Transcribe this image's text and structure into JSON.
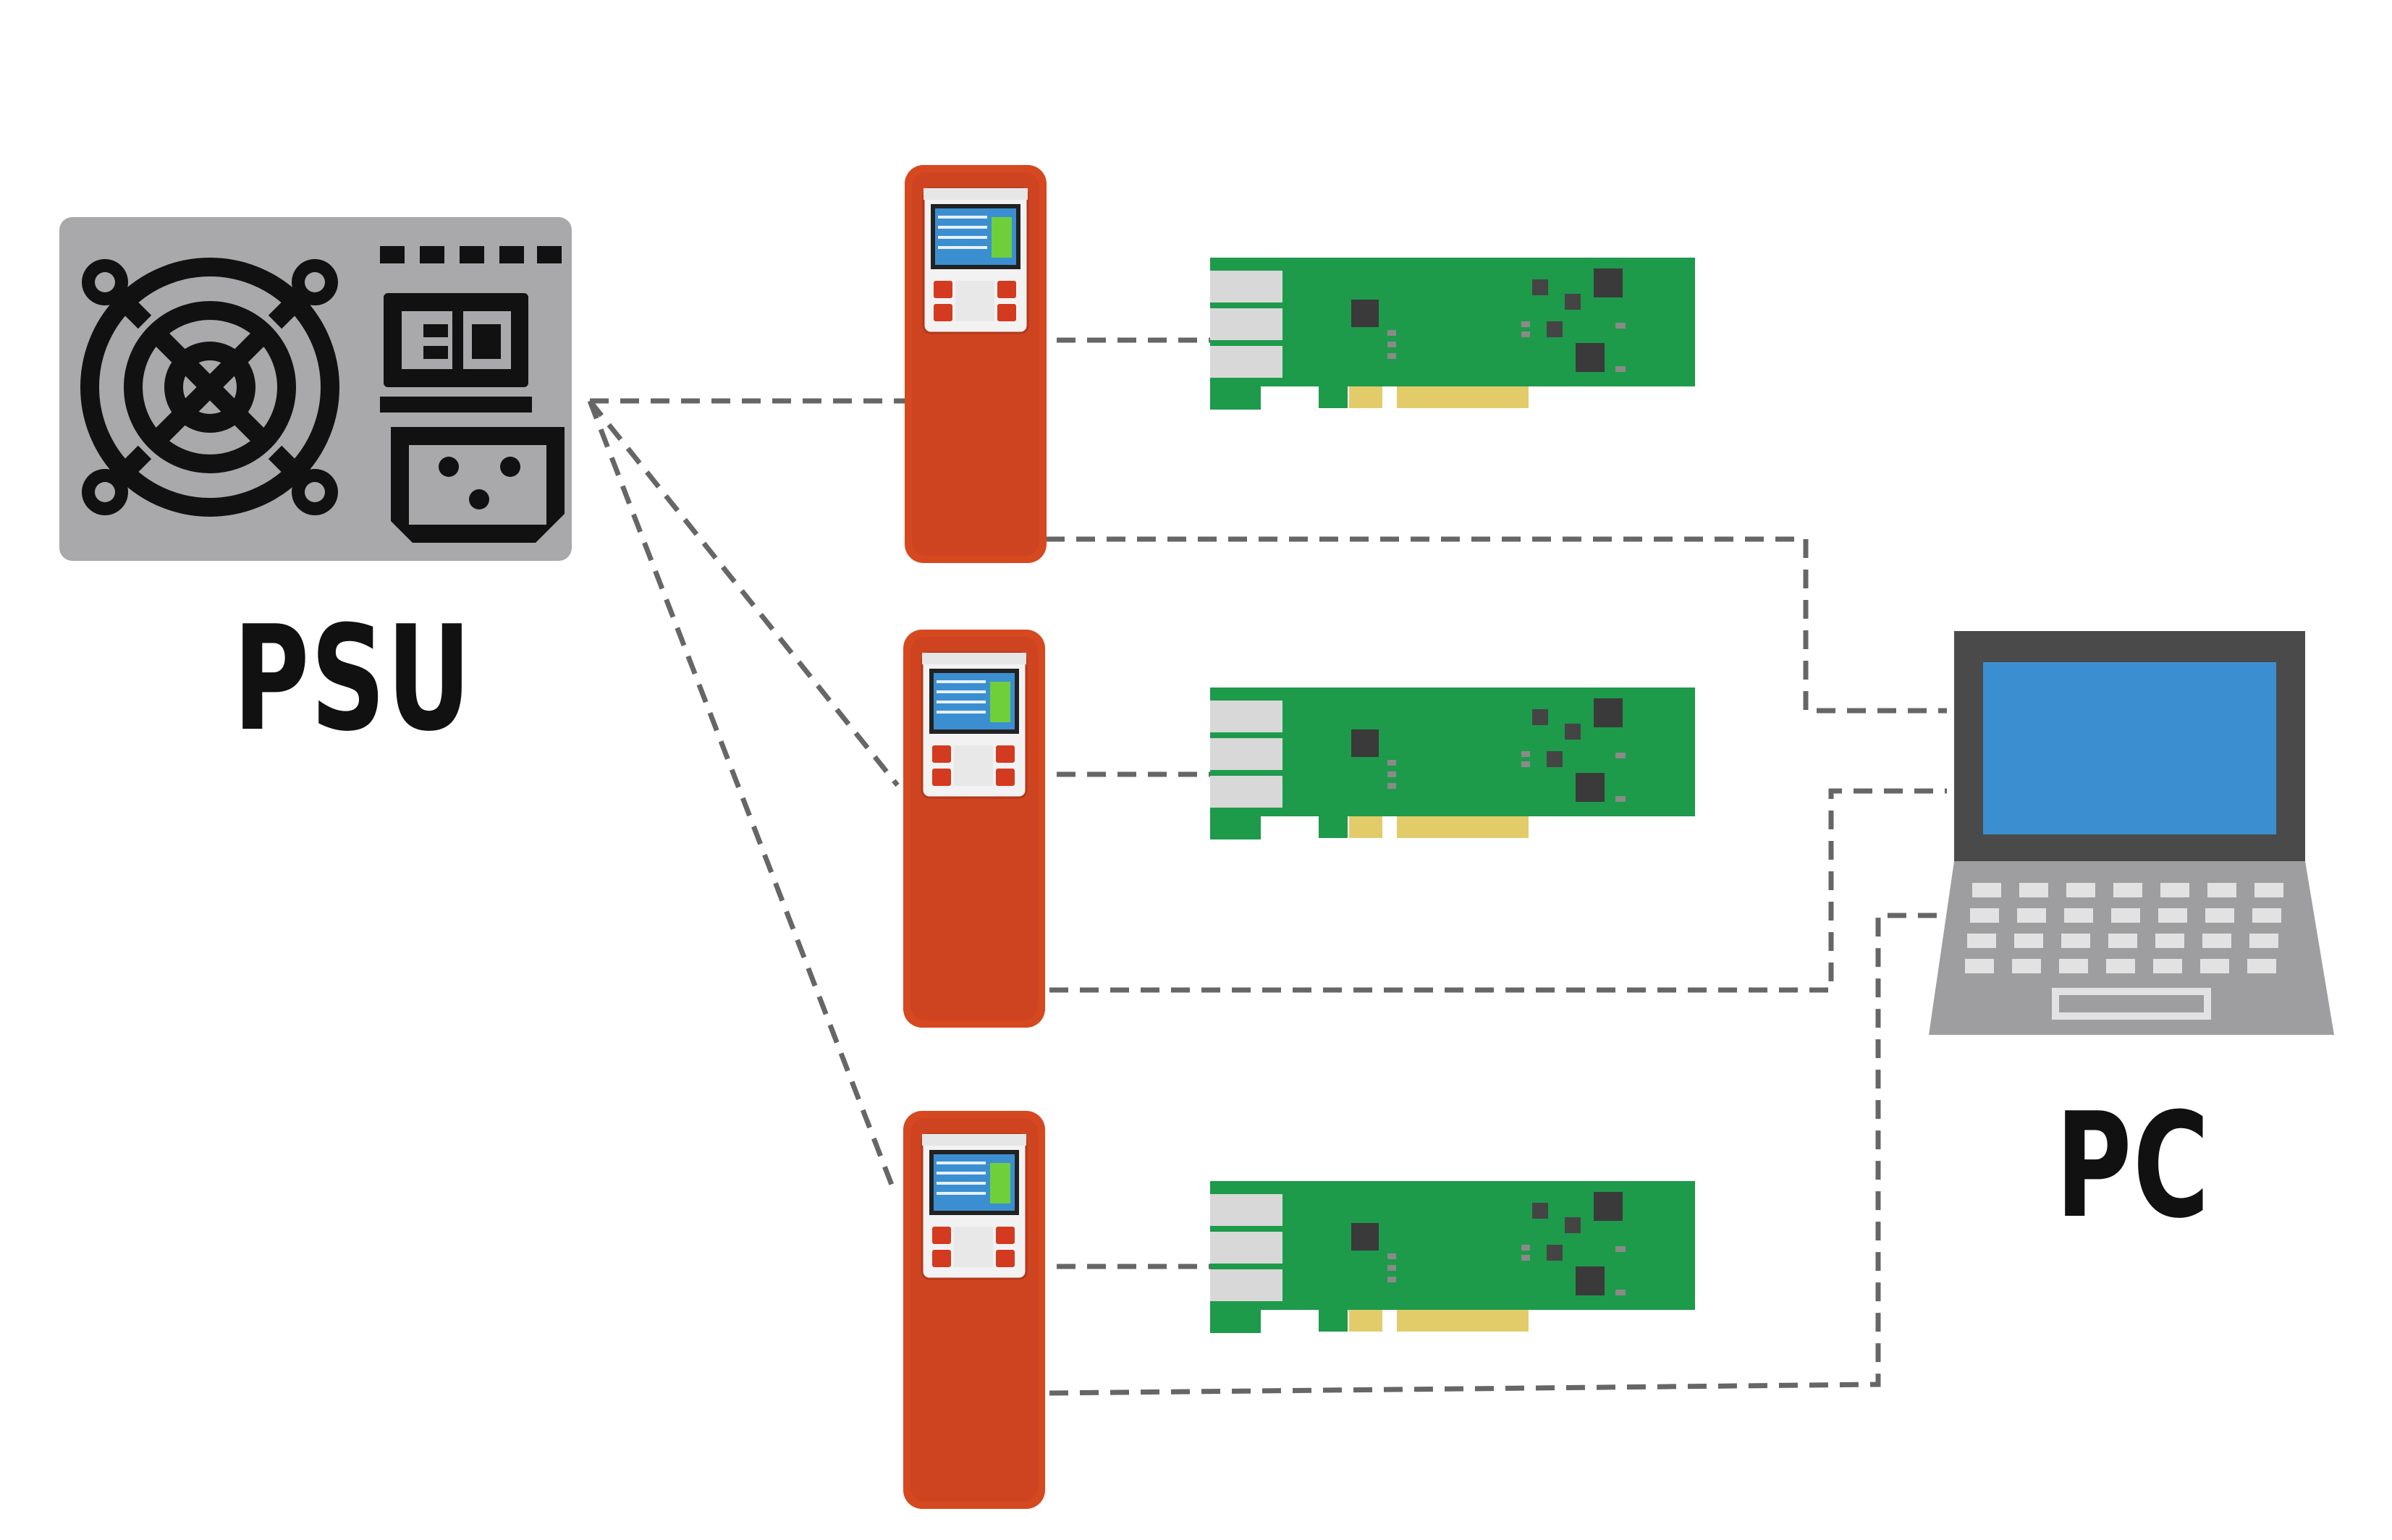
{
  "labels": {
    "psu": "PSU",
    "pc": "PC"
  },
  "colors": {
    "psu_box": "#a9a9ab",
    "psu_icon": "#111111",
    "meter_body": "#d6481f",
    "meter_screen": "#3b8fd0",
    "pcie_card": "#1e9a4b",
    "pcie_chip": "#3a3a3a",
    "pcie_contacts": "#e2cc6a",
    "laptop_frame": "#4a4a4a",
    "laptop_screen": "#3b8fd0",
    "laptop_base": "#9e9ea0",
    "connection_line": "#666666"
  },
  "nodes": [
    {
      "id": "psu",
      "kind": "power-supply-icon"
    },
    {
      "id": "meter-1",
      "kind": "power-meter-icon"
    },
    {
      "id": "meter-2",
      "kind": "power-meter-icon"
    },
    {
      "id": "meter-3",
      "kind": "power-meter-icon"
    },
    {
      "id": "card-1",
      "kind": "pcie-card-icon"
    },
    {
      "id": "card-2",
      "kind": "pcie-card-icon"
    },
    {
      "id": "card-3",
      "kind": "pcie-card-icon"
    },
    {
      "id": "pc",
      "kind": "laptop-icon"
    }
  ],
  "connections": [
    {
      "from": "psu",
      "to": "meter-1",
      "style": "dashed"
    },
    {
      "from": "psu",
      "to": "meter-2",
      "style": "dashed"
    },
    {
      "from": "psu",
      "to": "meter-3",
      "style": "dashed"
    },
    {
      "from": "meter-1",
      "to": "card-1",
      "style": "dashed"
    },
    {
      "from": "meter-2",
      "to": "card-2",
      "style": "dashed"
    },
    {
      "from": "meter-3",
      "to": "card-3",
      "style": "dashed"
    },
    {
      "from": "meter-1",
      "to": "pc",
      "style": "dashed"
    },
    {
      "from": "meter-2",
      "to": "pc",
      "style": "dashed"
    },
    {
      "from": "meter-3",
      "to": "pc",
      "style": "dashed"
    }
  ]
}
